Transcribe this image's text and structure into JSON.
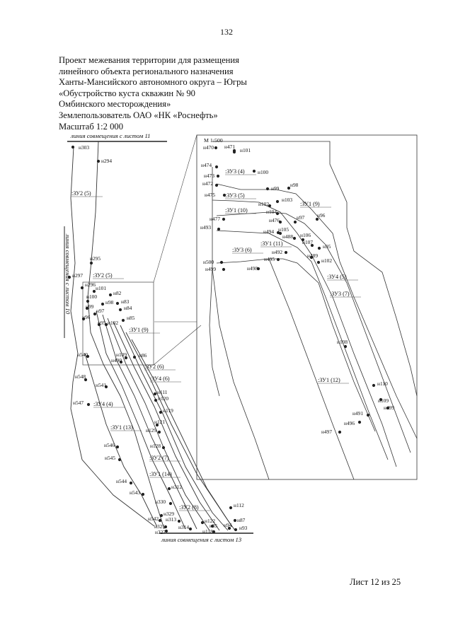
{
  "page_number": "132",
  "title_lines": [
    "Проект межевания территории для размещения",
    "линейного объекта регионального назначения",
    "Ханты-Мансийского автономного округа – Югры",
    "«Обустройство куста скважин № 90",
    "Омбинского месторождения»",
    "Землепользователь ОАО «НК «Роснефть»",
    "Масштаб 1:2 000"
  ],
  "sheet_label": "Лист 12 из 25",
  "map": {
    "match_line_top": "линия совмещения с листом 11",
    "match_line_left": "линия совмещения с листом 10",
    "match_line_bottom": "линия совмещения с листом 13",
    "inset_scale": "М 1:500",
    "main_points": [
      "н303",
      "н294",
      "н295",
      "н297",
      "н296",
      "н101",
      "н82",
      "н100",
      "н98",
      "н83",
      "н84",
      "н85",
      "н99",
      "н97",
      "н96",
      "н95",
      "н102",
      "н86",
      "н109",
      "н490",
      "н540",
      "н548",
      "н541",
      "н547",
      "н111",
      "н120",
      "н119",
      "н121",
      "н129",
      "н128",
      "н546",
      "н545",
      "н544",
      "н543",
      "н312",
      "н330",
      "н329",
      "н542",
      "н112",
      "н313",
      "н122",
      "н87",
      "н93",
      "н325",
      "н314",
      "н118",
      "н327",
      "н35",
      "н94"
    ],
    "main_zones": [
      ":ЗУ2 (5)",
      ":ЗУ2 (5)",
      ":ЗУ1 (9)",
      ":ЗУ2 (6)",
      ":ЗУ4 (6)",
      ":ЗУ4 (4)",
      ":ЗУ1 (13)",
      ":ЗУ2 (7)",
      ":ЗУ1 (14)",
      ":ЗУ2 (8)"
    ],
    "inset_points": [
      "н470",
      "н471",
      "н101",
      "н474",
      "н100",
      "н473",
      "н472",
      "н99",
      "н98",
      "н475",
      "н103",
      "н102",
      "н477",
      "н104",
      "н476",
      "н97",
      "н96",
      "н493",
      "н494",
      "н105",
      "н488",
      "н106",
      "н107",
      "н492",
      "н95",
      "н489",
      "н500",
      "н495",
      "н102",
      "н499",
      "н498",
      "н108",
      "н110",
      "н109",
      "н499",
      "н491",
      "н496",
      "н497"
    ],
    "inset_zones": [
      ":ЗУ3 (4)",
      ":ЗУ3 (5)",
      ":ЗУ1 (10)",
      ":ЗУ1 (9)",
      ":ЗУ1 (11)",
      ":ЗУ3 (6)",
      ":ЗУ4 (5)",
      ":ЗУ3 (7)",
      ":ЗУ1 (12)"
    ]
  }
}
